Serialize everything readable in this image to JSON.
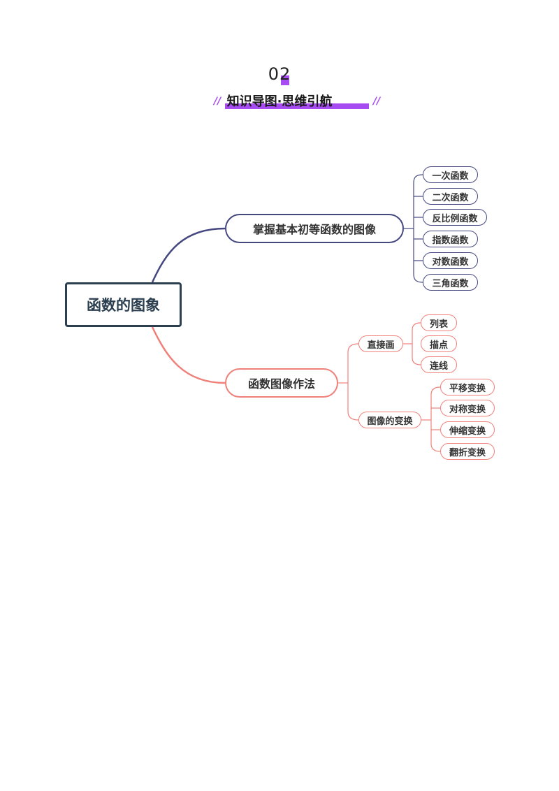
{
  "header": {
    "number": "02",
    "title": "知识导图·思维引航"
  },
  "colors": {
    "accent": "#a64cf2",
    "root_border": "#2b3f50",
    "branch1": "#45487f",
    "branch2": "#f0807a"
  },
  "mindmap": {
    "root": "函数的图象",
    "branch1": {
      "label": "掌握基本初等函数的图像",
      "children": [
        "一次函数",
        "二次函数",
        "反比例函数",
        "指数函数",
        "对数函数",
        "三角函数"
      ]
    },
    "branch2": {
      "label": "函数图像作法",
      "sub1": {
        "label": "直接画",
        "children": [
          "列表",
          "描点",
          "连线"
        ]
      },
      "sub2": {
        "label": "图像的变换",
        "children": [
          "平移变换",
          "对称变换",
          "伸缩变换",
          "翻折变换"
        ]
      }
    }
  }
}
